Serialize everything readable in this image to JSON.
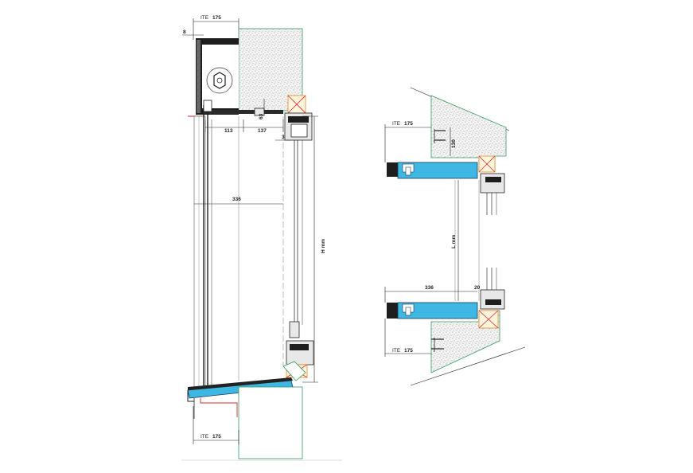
{
  "labels": {
    "ite": "ITE",
    "ite_value": "175",
    "d8": "8",
    "d113": "113",
    "d137": "137",
    "d30": "30",
    "d20": "20",
    "d336": "336",
    "h_mm": "H mm",
    "l_mm": "L mm",
    "r130": "130",
    "r63": "63"
  },
  "colors": {
    "wall_edge": "#2f9a5c",
    "blue_profile": "#3fb7e3",
    "red_line": "#d42a2a",
    "box_fill": "#1e1e1e"
  }
}
